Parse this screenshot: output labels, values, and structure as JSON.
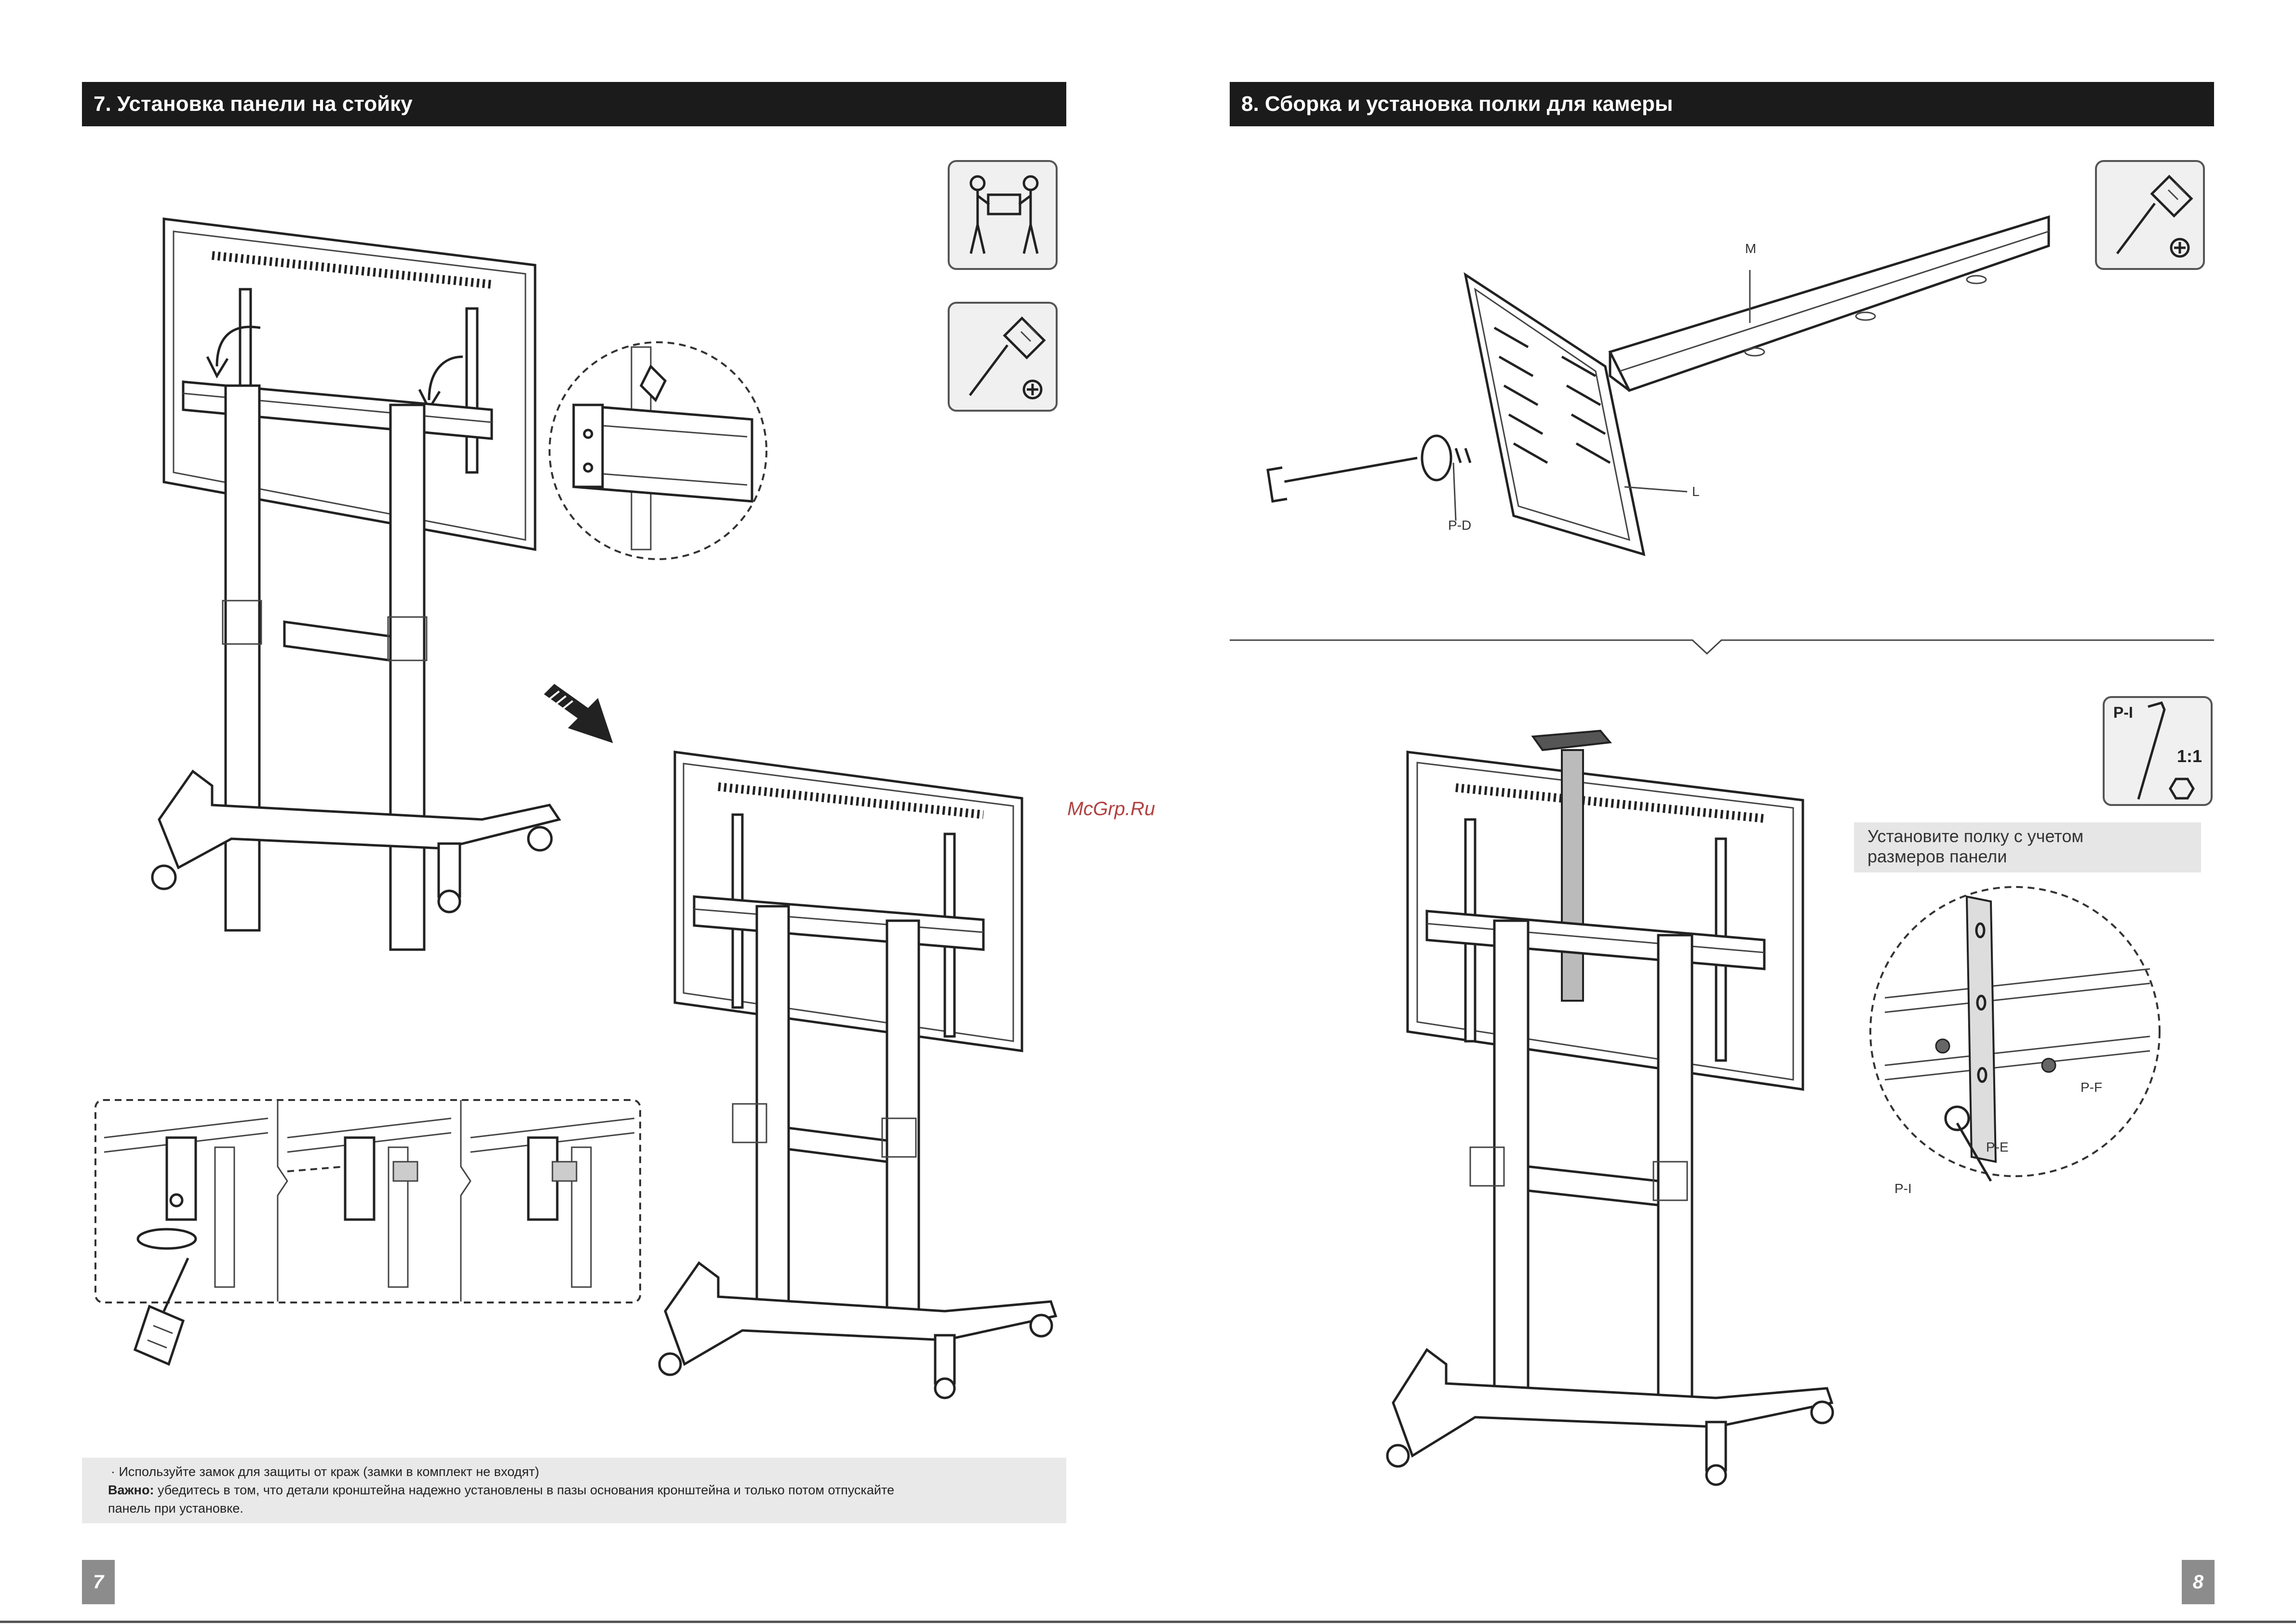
{
  "left_page": {
    "heading": "7. Установка панели на стойку",
    "note_line1": "· Используйте замок для защиты от краж (замки в комплект не входят)",
    "note_bold": "Важно:",
    "note_line2": " убедитесь в том, что детали кронштейна надежно установлены в пазы основания кронштейна и только потом отпускайте",
    "note_line3": "панель при установке.",
    "page_number": "7"
  },
  "right_page": {
    "heading": "8. Сборка и установка полки для камеры",
    "label_m": "M",
    "label_l": "L",
    "label_pd": "P-D",
    "hex_key_label": "P-I",
    "scale_label": "1:1",
    "tip_line1": "Установите полку с учетом",
    "tip_line2": "размеров панели",
    "label_pf": "P-F",
    "label_pe": "P-E",
    "label_pi": "P-I",
    "page_number": "8"
  },
  "watermark": "McGrp.Ru",
  "icons": [
    "two-people-lift-icon",
    "screwdriver-icon",
    "screwdriver-icon",
    "hex-key-icon"
  ]
}
